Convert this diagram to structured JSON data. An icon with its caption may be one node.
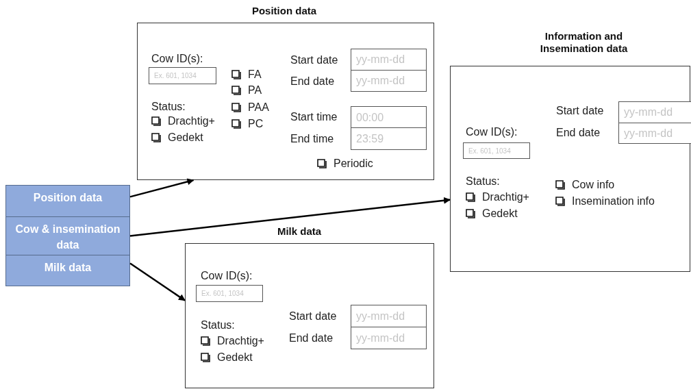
{
  "diagram": {
    "nodes": [
      {
        "text": [
          "Position data"
        ]
      },
      {
        "text": [
          "Ex. 601, 1034"
        ],
        "in": 0
      },
      {
        "text": [
          "yy-mm-dd"
        ],
        "in": 0
      },
      {
        "text": [
          "yy-mm-dd"
        ],
        "in": 0
      },
      {
        "text": [
          "00:00"
        ],
        "in": 0
      },
      {
        "text": [
          "23:59"
        ],
        "in": 0
      },
      {
        "text": [
          "Information and Insemination data"
        ]
      },
      {
        "text": [
          "yy-mm-dd"
        ],
        "in": 6
      },
      {
        "text": [
          "yy-mm-dd"
        ],
        "in": 6
      },
      {
        "text": [
          "Ex. 601, 1034"
        ],
        "in": 6
      },
      {
        "text": [
          "Position data"
        ]
      },
      {
        "text": [
          "Cow & insemination data"
        ]
      },
      {
        "text": [
          "Milk data"
        ]
      },
      {
        "text": [
          "Milk data"
        ]
      },
      {
        "text": [
          "Ex. 601, 1034"
        ],
        "in": 13
      },
      {
        "text": [
          "yy-mm-dd"
        ],
        "in": 13
      },
      {
        "text": [
          "yy-mm-dd"
        ],
        "in": 13
      }
    ],
    "edges": [
      {
        "from": 10,
        "to": 0,
        "arrow": "to"
      },
      {
        "from": 11,
        "to": 6,
        "arrow": "to"
      },
      {
        "from": 12,
        "to": 13,
        "arrow": "to"
      }
    ],
    "labels": [
      "Cow ID(s):",
      "Status:",
      "Drachtig+",
      "Gedekt",
      "FA",
      "PA",
      "PAA",
      "PC",
      "Start date",
      "End date",
      "Start time",
      "End time",
      "Periodic",
      "Start date",
      "End date",
      "Cow ID(s):",
      "Status:",
      "Drachtig+",
      "Gedekt",
      "Cow info",
      "Insemination info",
      "Cow ID(s):",
      "Start date",
      "Status:",
      "End date",
      "Drachtig+",
      "Gedekt"
    ]
  }
}
